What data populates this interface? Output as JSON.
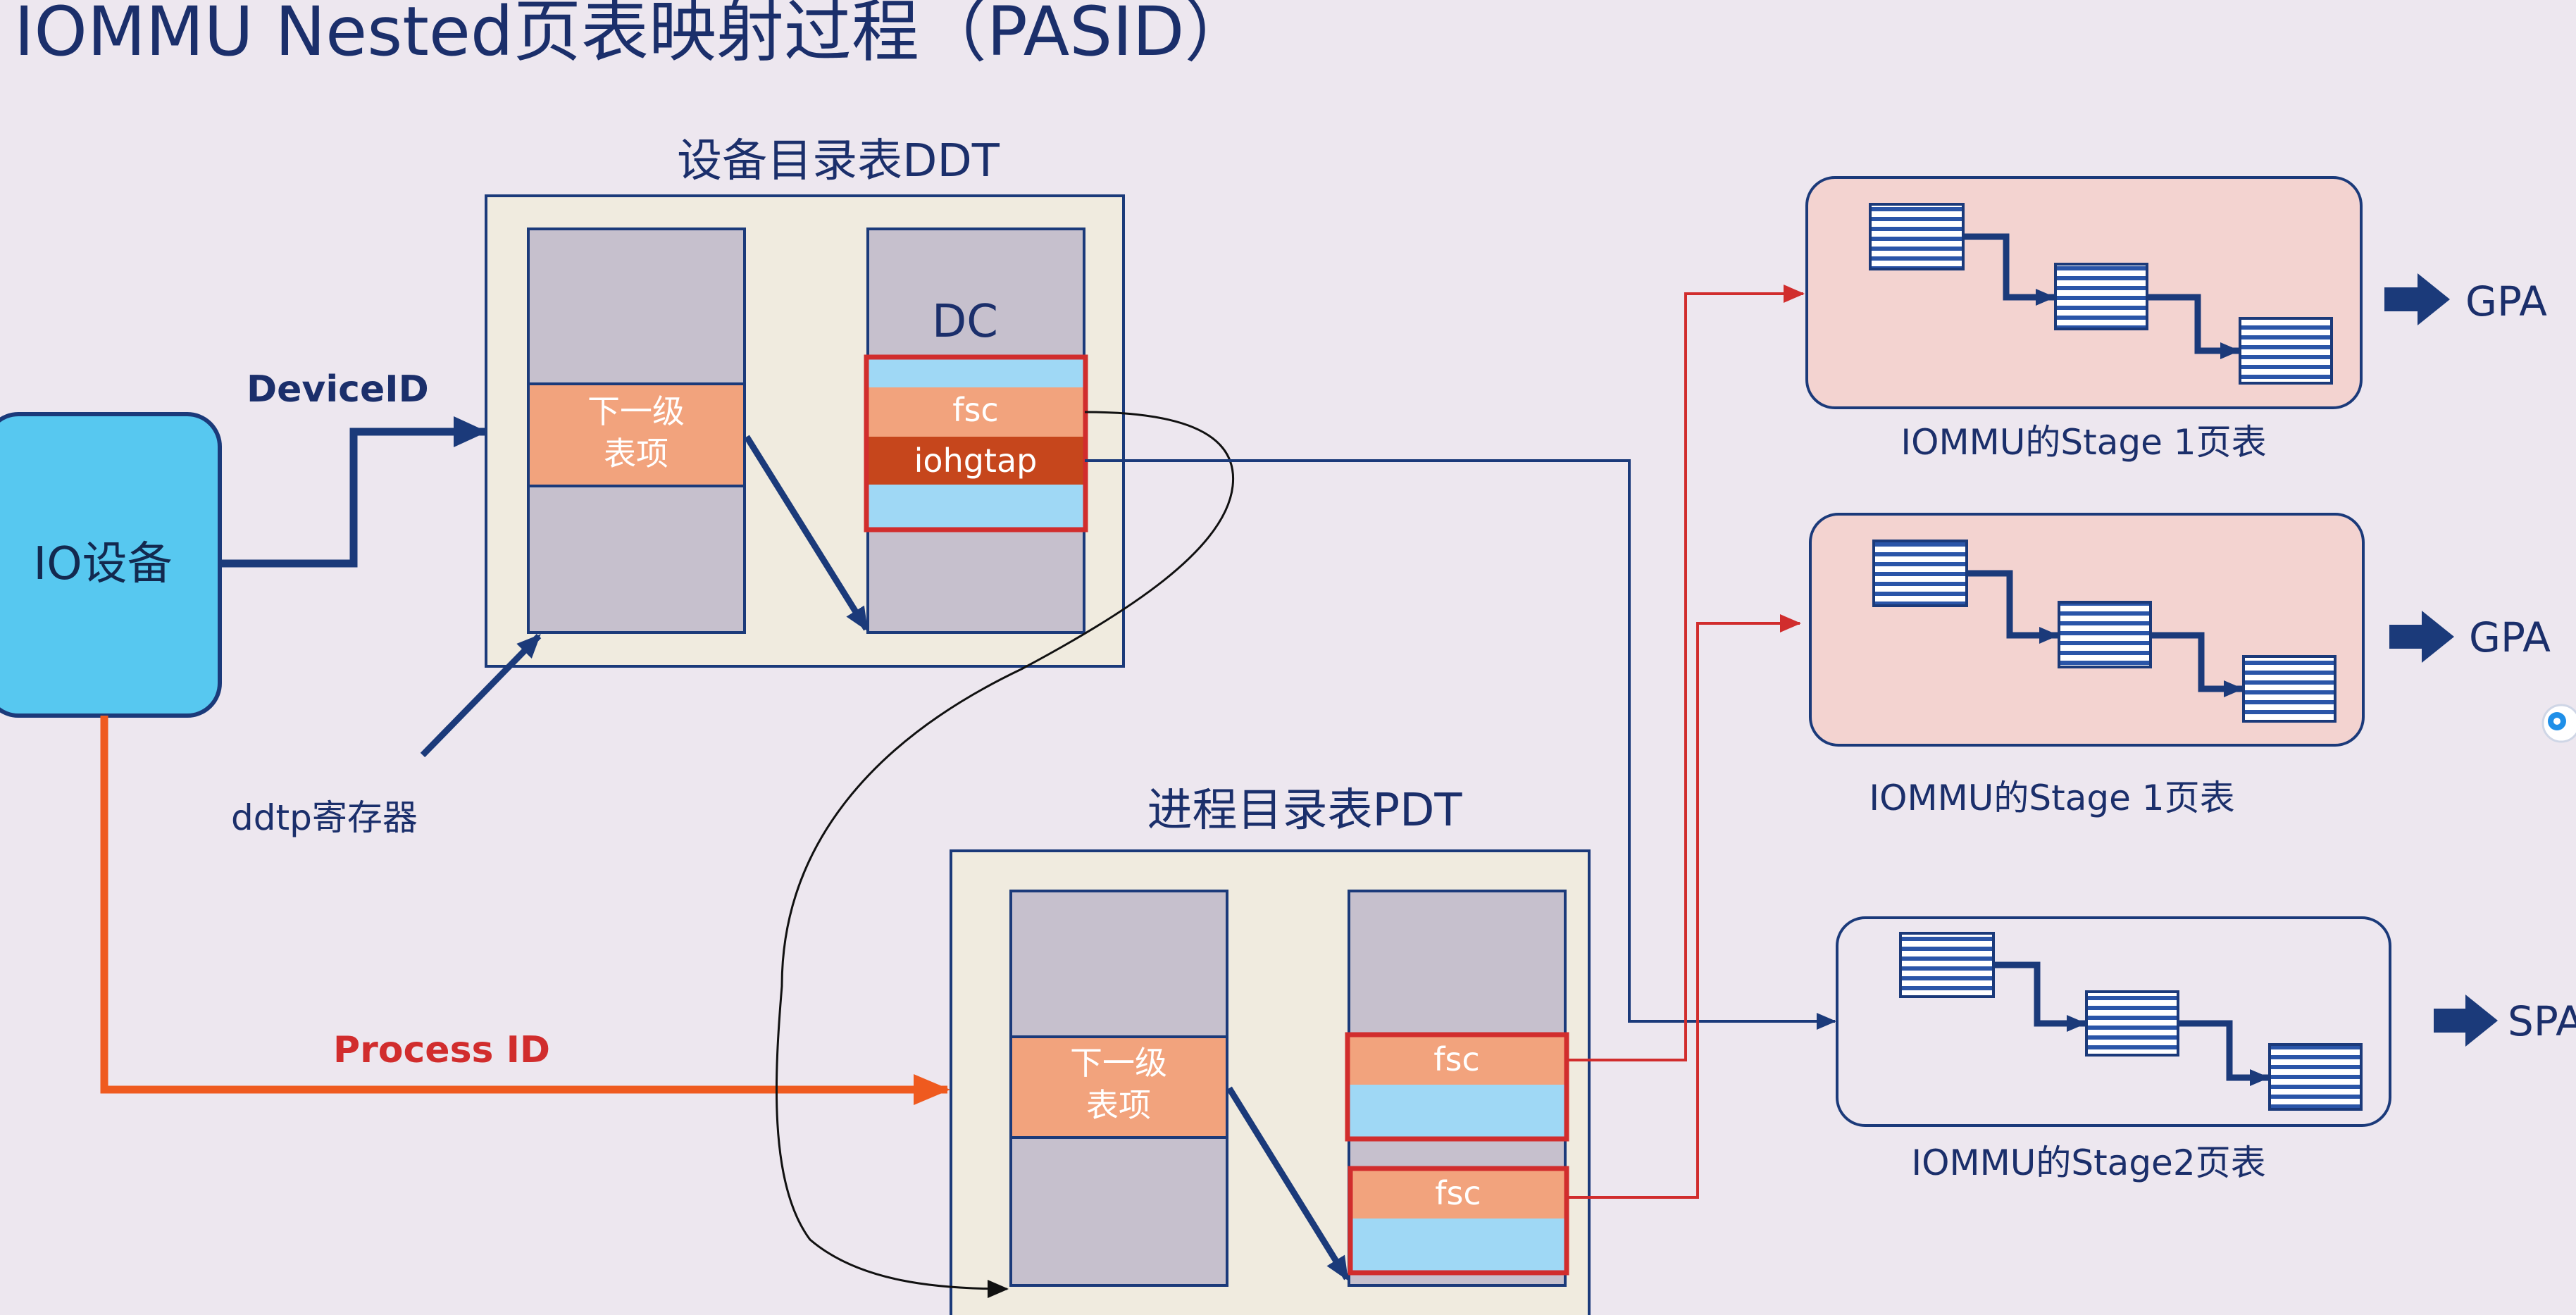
{
  "title": "IOMMU Nested页表映射过程（PASID）",
  "ddt": {
    "title": "设备目录表DDT",
    "next_entry_line1": "下一级",
    "next_entry_line2": "表项",
    "dc_label": "DC",
    "fsc_label": "fsc",
    "iohgatp_label": "iohgtap"
  },
  "device_id_label": "DeviceID",
  "io_device_label": "IO设备",
  "ddtp_label": "ddtp寄存器",
  "process_id_label": "Process ID",
  "pdt": {
    "title": "进程目录表PDT",
    "next_entry_line1": "下一级",
    "next_entry_line2": "表项",
    "fsc_label_1": "fsc",
    "fsc_label_2": "fsc"
  },
  "stage_tables": [
    {
      "caption": "IOMMU的Stage 1页表",
      "output": "GPA"
    },
    {
      "caption": "IOMMU的Stage 1页表",
      "output": "GPA"
    },
    {
      "caption": "IOMMU的Stage2页表",
      "output": "SPA"
    }
  ],
  "colors": {
    "navy": "#1b3a7a",
    "orange_cell": "#f2a37d",
    "dark_orange_cell": "#c6461c",
    "light_blue_cell": "#9fd8f5",
    "gray_cell": "#c6c0cd",
    "table_bg": "#f0ebdf",
    "pink_panel": "#f3d3d0",
    "io_device": "#57c8f0",
    "process_arrow": "#ef5a1f",
    "red_arrow": "#d12d2d"
  }
}
